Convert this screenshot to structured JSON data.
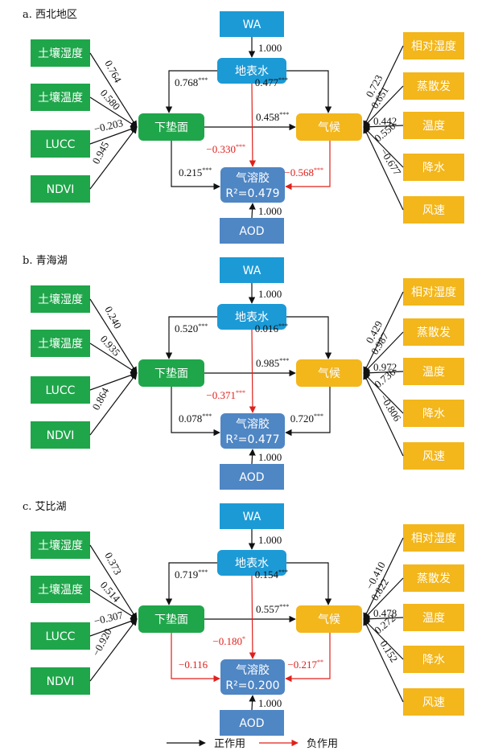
{
  "colors": {
    "green": "#1fa64a",
    "orange": "#f3b61b",
    "blue": "#1c9ad6",
    "steel": "#4f86c4",
    "black": "#111111",
    "red": "#e0201b"
  },
  "nodes": {
    "wa": "WA",
    "surface_water": "地表水",
    "underlying": "下垫面",
    "climate": "气候",
    "aerosol": "气溶胶",
    "aod": "AOD",
    "left": [
      "土壤湿度",
      "土壤温度",
      "LUCC",
      "NDVI"
    ],
    "right": [
      "相对湿度",
      "蒸散发",
      "温度",
      "降水",
      "风速"
    ]
  },
  "panels": [
    {
      "title": "a. 西北地区",
      "r2": "R²=0.479",
      "wa_sw": "1.000",
      "sw_ul": "0.768",
      "sw_ul_sig": "***",
      "sw_cl": "0.477",
      "sw_cl_sig": "***",
      "ul_cl": "0.458",
      "ul_cl_sig": "***",
      "sw_ae": "−0.330",
      "sw_ae_sig": "***",
      "ul_ae": "0.215",
      "ul_ae_sig": "***",
      "ul_ae_neg": false,
      "cl_ae": "−0.568",
      "cl_ae_sig": "***",
      "cl_ae_neg": true,
      "aod_ae": "1.000",
      "left_loadings": [
        "0.764",
        "0.580",
        "−0.203",
        "0.945"
      ],
      "right_loadings": [
        "0.723",
        "0.651",
        "0.442",
        "0.550",
        "−0.677"
      ]
    },
    {
      "title": "b. 青海湖",
      "r2": "R²=0.477",
      "wa_sw": "1.000",
      "sw_ul": "0.520",
      "sw_ul_sig": "***",
      "sw_cl": "0.016",
      "sw_cl_sig": "***",
      "ul_cl": "0.985",
      "ul_cl_sig": "***",
      "sw_ae": "−0.371",
      "sw_ae_sig": "***",
      "ul_ae": "0.078",
      "ul_ae_sig": "***",
      "ul_ae_neg": false,
      "cl_ae": "0.720",
      "cl_ae_sig": "***",
      "cl_ae_neg": false,
      "aod_ae": "1.000",
      "left_loadings": [
        "0.240",
        "0.935",
        "",
        "0.864"
      ],
      "right_loadings": [
        "0.429",
        "0.987",
        "0.972",
        "0.736",
        "−0.806"
      ]
    },
    {
      "title": "c. 艾比湖",
      "r2": "R²=0.200",
      "wa_sw": "1.000",
      "sw_ul": "0.719",
      "sw_ul_sig": "***",
      "sw_cl": "0.154",
      "sw_cl_sig": "***",
      "ul_cl": "0.557",
      "ul_cl_sig": "***",
      "sw_ae": "−0.180",
      "sw_ae_sig": "*",
      "ul_ae": "−0.116",
      "ul_ae_sig": "",
      "ul_ae_neg": true,
      "cl_ae": "−0.217",
      "cl_ae_sig": "**",
      "cl_ae_neg": true,
      "aod_ae": "1.000",
      "left_loadings": [
        "0.373",
        "0.514",
        "−0.307",
        "−0.920"
      ],
      "right_loadings": [
        "−0.410",
        "0.822",
        "0.478",
        "0.272",
        "0.152"
      ]
    }
  ],
  "legend": {
    "positive": "正作用",
    "negative": "负作用"
  }
}
